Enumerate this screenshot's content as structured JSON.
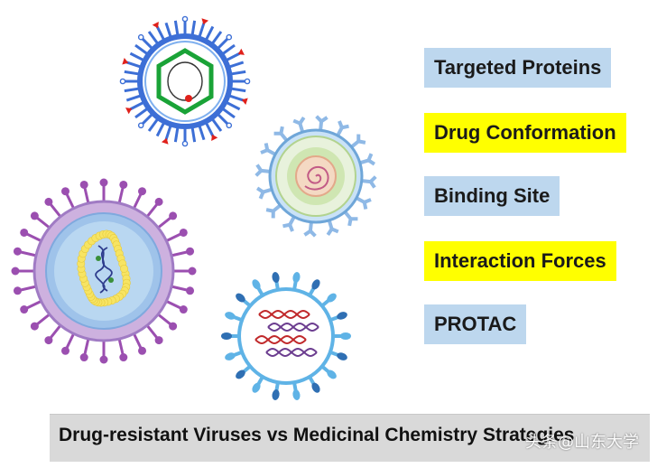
{
  "labels": [
    {
      "text": "Targeted Proteins",
      "color": "#bdd7ee"
    },
    {
      "text": "Drug Conformation",
      "color": "#ffff00"
    },
    {
      "text": "Binding Site",
      "color": "#bdd7ee"
    },
    {
      "text": "Interaction Forces",
      "color": "#ffff00"
    },
    {
      "text": "PROTAC",
      "color": "#bdd7ee"
    }
  ],
  "footer": {
    "title": "Drug-resistant Viruses vs Medicinal Chemistry Strategies",
    "watermark": "头条@山东大学"
  },
  "colors": {
    "blue_spikes": "#3d6fd6",
    "red_tips": "#e0211b",
    "green_hexagon": "#1aa337",
    "purple": "#9b4fb0",
    "yellow": "#f7e463",
    "light_blue": "#5fb3e6",
    "double_helix_red": "#c0282a",
    "double_helix_purple": "#6b3c8f"
  }
}
